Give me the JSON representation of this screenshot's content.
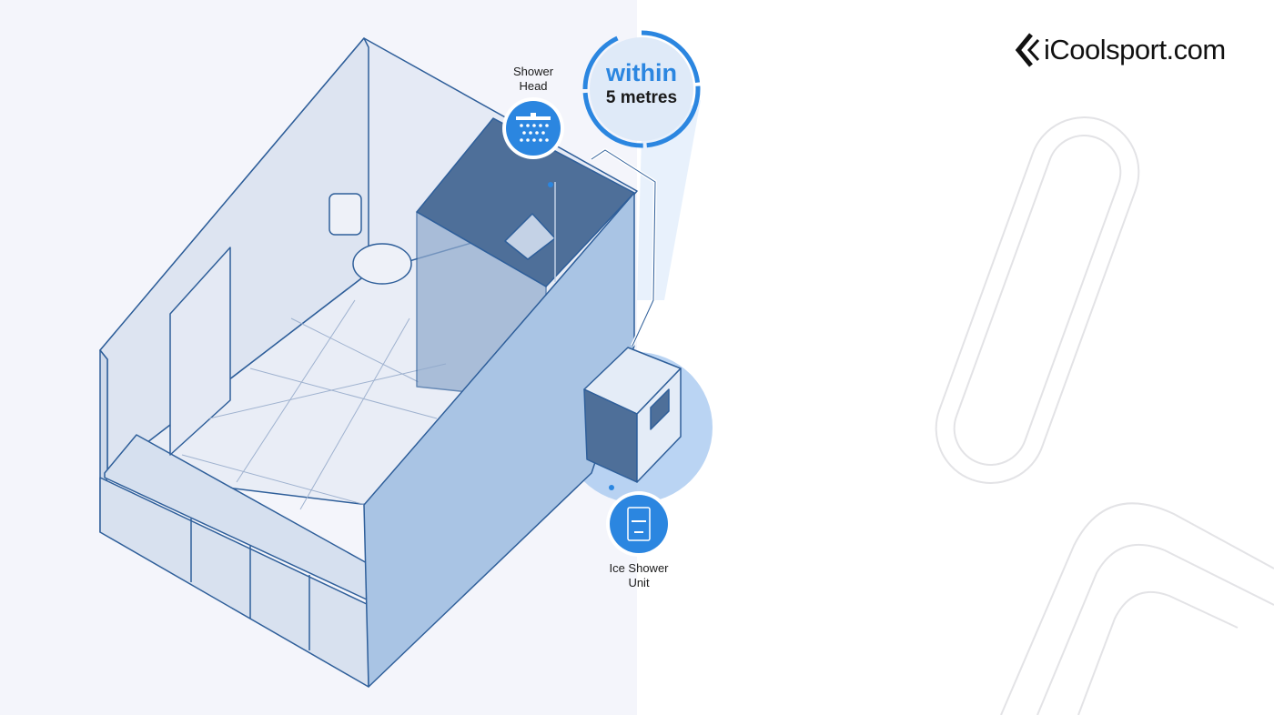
{
  "logo": {
    "text": "iCoolsport.com",
    "icon": "chevron-left-logo-icon"
  },
  "badge": {
    "line1": "within",
    "line2": "5 metres"
  },
  "shower_head": {
    "label_line1": "Shower",
    "label_line2": "Head",
    "icon": "shower-head-icon"
  },
  "ice_unit": {
    "label_line1": "Ice Shower",
    "label_line2": "Unit",
    "icon": "ice-shower-unit-icon"
  },
  "colors": {
    "accent": "#2b86e0",
    "line": "#2f5f9a",
    "panel": "#f4f5fb"
  }
}
